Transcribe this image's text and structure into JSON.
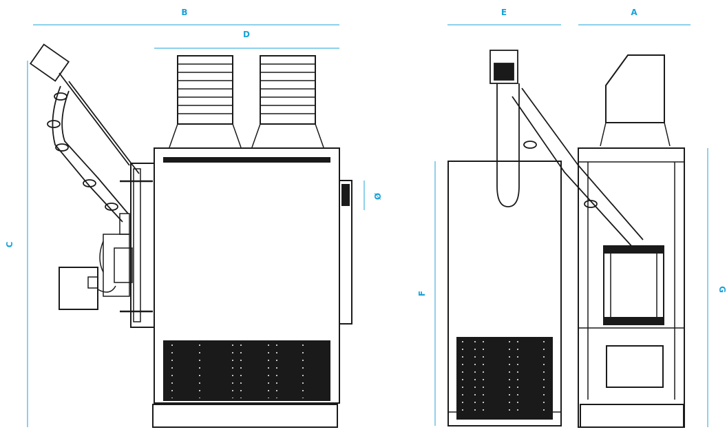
{
  "colors": {
    "dimension": "#1aa3d8",
    "drawing": "#1a1a1a",
    "background": "#ffffff"
  },
  "dimensions": {
    "b": "B",
    "d": "D",
    "e": "E",
    "a": "A",
    "c": "C",
    "diameter": "Ø",
    "f": "F",
    "g": "G"
  }
}
